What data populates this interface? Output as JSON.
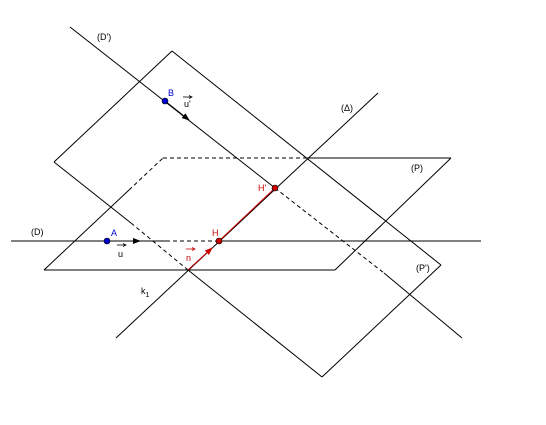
{
  "colors": {
    "lines": "#000000",
    "points_blue": "#0000cc",
    "highlight_red": "#cc0000"
  },
  "labels": {
    "D_prime": "(D')",
    "B": "B",
    "u_prime": "u'",
    "delta": "(Δ)",
    "P": "(P)",
    "H_prime": "H'",
    "D": "(D)",
    "A": "A",
    "H": "H",
    "u": "u",
    "n": "n",
    "P_prime": "(P')",
    "k": "k",
    "k_sub": "1"
  }
}
